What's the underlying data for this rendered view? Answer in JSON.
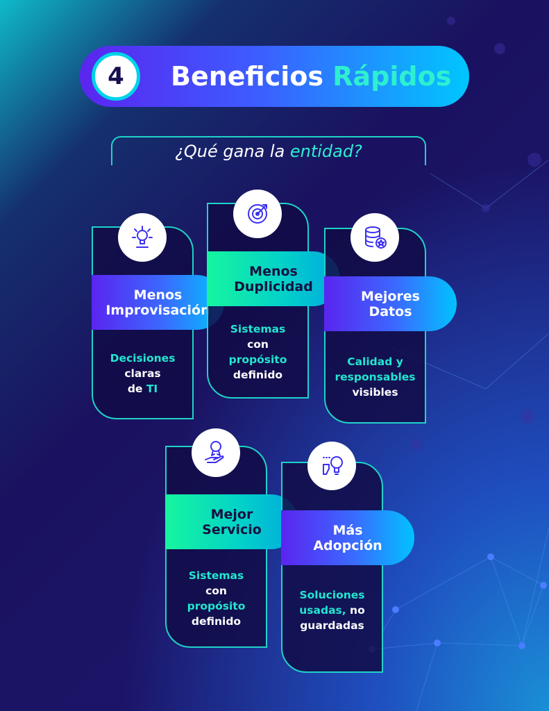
{
  "header": {
    "number": "4",
    "title_main": "Beneficios",
    "title_accent": "Rápidos"
  },
  "subtitle": {
    "pre": "¿Qué gana la ",
    "accent": "entidad?"
  },
  "cards": [
    {
      "title": [
        "Menos",
        "Improvisación"
      ],
      "icon": "lightbulb-idea-icon",
      "desc": [
        [
          [
            "Decisiones",
            true
          ]
        ],
        [
          [
            "claras",
            false
          ]
        ],
        [
          [
            "de ",
            false
          ],
          [
            "TI",
            true
          ]
        ]
      ]
    },
    {
      "title": [
        "Menos",
        "Duplicidad"
      ],
      "icon": "target-gear-icon",
      "desc": [
        [
          [
            "Sistemas",
            true
          ]
        ],
        [
          [
            "con",
            false
          ]
        ],
        [
          [
            "propósito",
            true
          ]
        ],
        [
          [
            "definido",
            false
          ]
        ]
      ]
    },
    {
      "title": [
        "Mejores",
        "Datos"
      ],
      "icon": "database-star-icon",
      "desc": [
        [
          [
            "Calidad y",
            true
          ]
        ],
        [
          [
            "responsables",
            true
          ]
        ],
        [
          [
            "visibles",
            false
          ]
        ]
      ]
    },
    {
      "title": [
        "Mejor",
        "Servicio"
      ],
      "icon": "hand-award-icon",
      "desc": [
        [
          [
            "Sistemas",
            true
          ]
        ],
        [
          [
            "con",
            false
          ]
        ],
        [
          [
            "propósito",
            true
          ]
        ],
        [
          [
            "definido",
            false
          ]
        ]
      ]
    },
    {
      "title": [
        "Más",
        "Adopción"
      ],
      "icon": "puzzle-bulb-icon",
      "desc": [
        [
          [
            "Soluciones",
            true
          ]
        ],
        [
          [
            "usadas,",
            true
          ],
          [
            " no",
            false
          ]
        ],
        [
          [
            "guardadas",
            false
          ]
        ]
      ]
    }
  ],
  "colors": {
    "accent": "#22e6d0",
    "border": "#1fd3c8",
    "purple": "#5a25f0",
    "cyan": "#00c3ff",
    "green": "#16f59e"
  }
}
